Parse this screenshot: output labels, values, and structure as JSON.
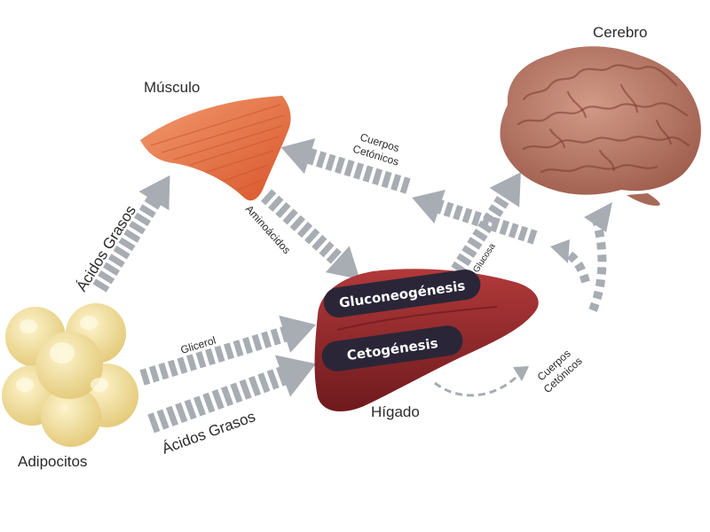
{
  "organs": {
    "brain": "Cerebro",
    "muscle": "Músculo",
    "adipocytes": "Adipocitos",
    "liver": "Hígado"
  },
  "processes": {
    "gluconeogenesis": "Gluconeogénesis",
    "ketogenesis": "Cetogénesis"
  },
  "arrows": {
    "fatty_acids_to_muscle": "Ácidos Grasos",
    "fatty_acids_to_liver": "Ácidos Grasos",
    "glycerol": "Glicerol",
    "amino_acids": "Aminoácidos",
    "glucose": "Glucosa",
    "ketones_to_muscle_line1": "Cuerpos",
    "ketones_to_muscle_line2": "Cetónicos",
    "ketones_to_brain_line1": "Cuerpos",
    "ketones_to_brain_line2": "Cetónicos"
  },
  "colors": {
    "arrow": "#a8acb3",
    "muscle": "#e8744a",
    "liver": "#9a2a2c",
    "brain": "#b97a6a",
    "adipocyte": "#f3e3a0",
    "pill": "#2a2638"
  }
}
